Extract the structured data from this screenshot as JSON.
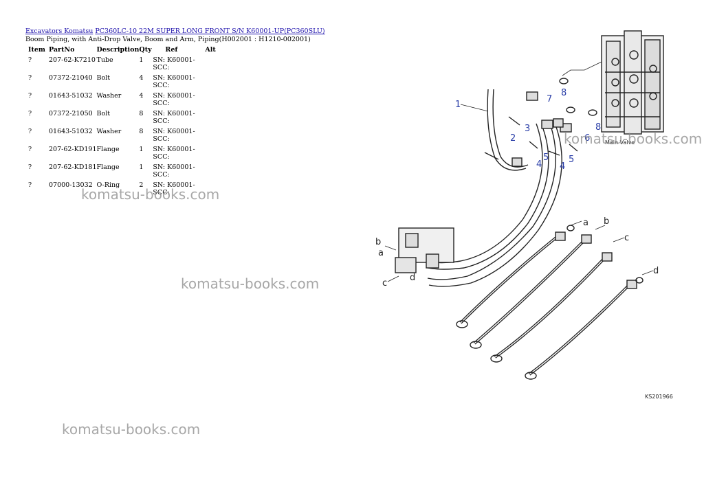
{
  "breadcrumb": {
    "link1": "Excavators Komatsu",
    "link2": "PC360LC-10 22M SUPER LONG FRONT S/N K60001-UP(PC360SLU)"
  },
  "subtitle": "Boom Piping, with Anti-Drop Valve, Boom and Arm, Piping(H002001 : H1210-002001)",
  "table": {
    "headers": {
      "item": "Item",
      "partno": "PartNo",
      "description": "Description",
      "qty": "Qty",
      "ref": "Ref",
      "alt": "Alt"
    },
    "rows": [
      {
        "item": "?",
        "partno": "207-62-K7210",
        "description": "Tube",
        "qty": "1",
        "ref": "SN: K60001-SCC:",
        "alt": ""
      },
      {
        "item": "?",
        "partno": "07372-21040",
        "description": "Bolt",
        "qty": "4",
        "ref": "SN: K60001-SCC:",
        "alt": ""
      },
      {
        "item": "?",
        "partno": "01643-51032",
        "description": "Washer",
        "qty": "4",
        "ref": "SN: K60001-SCC:",
        "alt": ""
      },
      {
        "item": "?",
        "partno": "07372-21050",
        "description": "Bolt",
        "qty": "8",
        "ref": "SN: K60001-SCC:",
        "alt": ""
      },
      {
        "item": "?",
        "partno": "01643-51032",
        "description": "Washer",
        "qty": "8",
        "ref": "SN: K60001-SCC:",
        "alt": ""
      },
      {
        "item": "?",
        "partno": "207-62-KD191",
        "description": "Flange",
        "qty": "1",
        "ref": "SN: K60001-SCC:",
        "alt": ""
      },
      {
        "item": "?",
        "partno": "207-62-KD181",
        "description": "Flange",
        "qty": "1",
        "ref": "SN: K60001-SCC:",
        "alt": ""
      },
      {
        "item": "?",
        "partno": "07000-13032",
        "description": "O-Ring",
        "qty": "2",
        "ref": "SN: K60001-SCC:",
        "alt": ""
      }
    ]
  },
  "watermark": "komatsu-books.com",
  "diagram": {
    "code": "KS201966",
    "main_valve_label": "Main Valve",
    "callouts": {
      "n1": "1",
      "n2": "2",
      "n3": "3",
      "n4": "4",
      "n5": "5",
      "n6": "6",
      "n7": "7",
      "n8": "8",
      "a": "a",
      "b": "b",
      "c": "c",
      "d": "d"
    },
    "callout_color": "#2b3fa8"
  }
}
